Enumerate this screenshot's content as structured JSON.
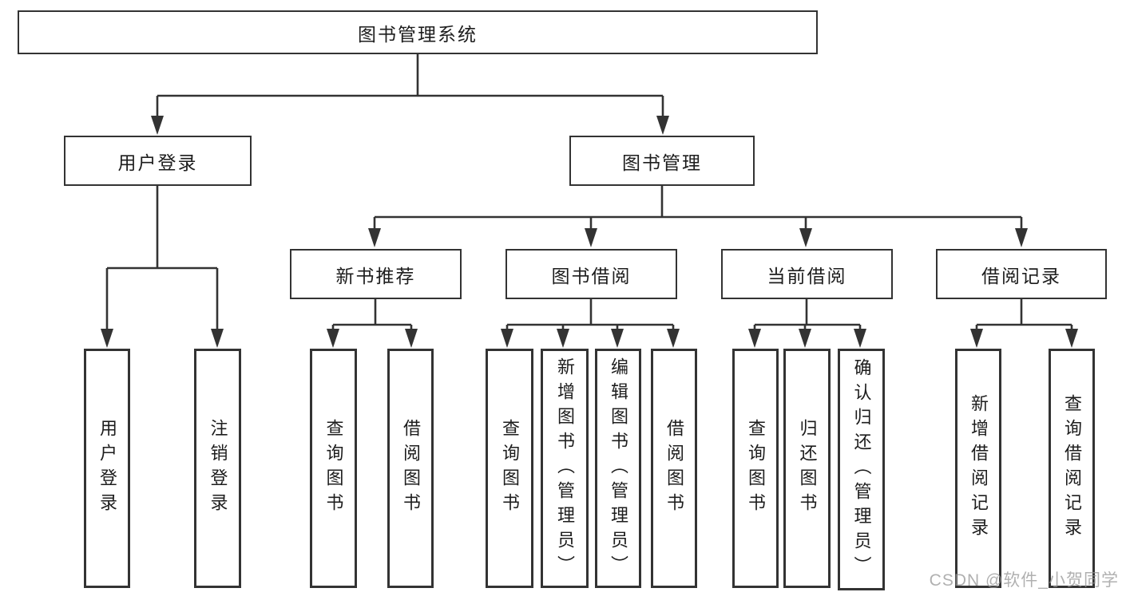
{
  "diagram_title": "图书管理系统",
  "watermark": "CSDN @软件_小贺同学",
  "colors": {
    "line": "#333333",
    "box_border": "#333333",
    "text": "#1d1d1d",
    "watermark": "#969696",
    "background": "#ffffff"
  },
  "nodes": {
    "root": "图书管理系统",
    "user_login": "用户登录",
    "book_mgmt": "图书管理",
    "leaf_user_login": "用户登录",
    "leaf_logout": "注销登录",
    "new_book_rec": "新书推荐",
    "book_borrow": "图书借阅",
    "current_borrow": "当前借阅",
    "borrow_records": "借阅记录",
    "rec_query_books": "查询图书",
    "rec_borrow_books": "借阅图书",
    "bb_query_books": "查询图书",
    "bb_add_books": "新增图书（管理员）",
    "bb_edit_books": "编辑图书（管理员）",
    "bb_borrow_books": "借阅图书",
    "cb_query_books": "查询图书",
    "cb_return_books": "归还图书",
    "cb_confirm_return": "确认归还（管理员）",
    "br_add_record": "新增借阅记录",
    "br_query_record": "查询借阅记录"
  }
}
